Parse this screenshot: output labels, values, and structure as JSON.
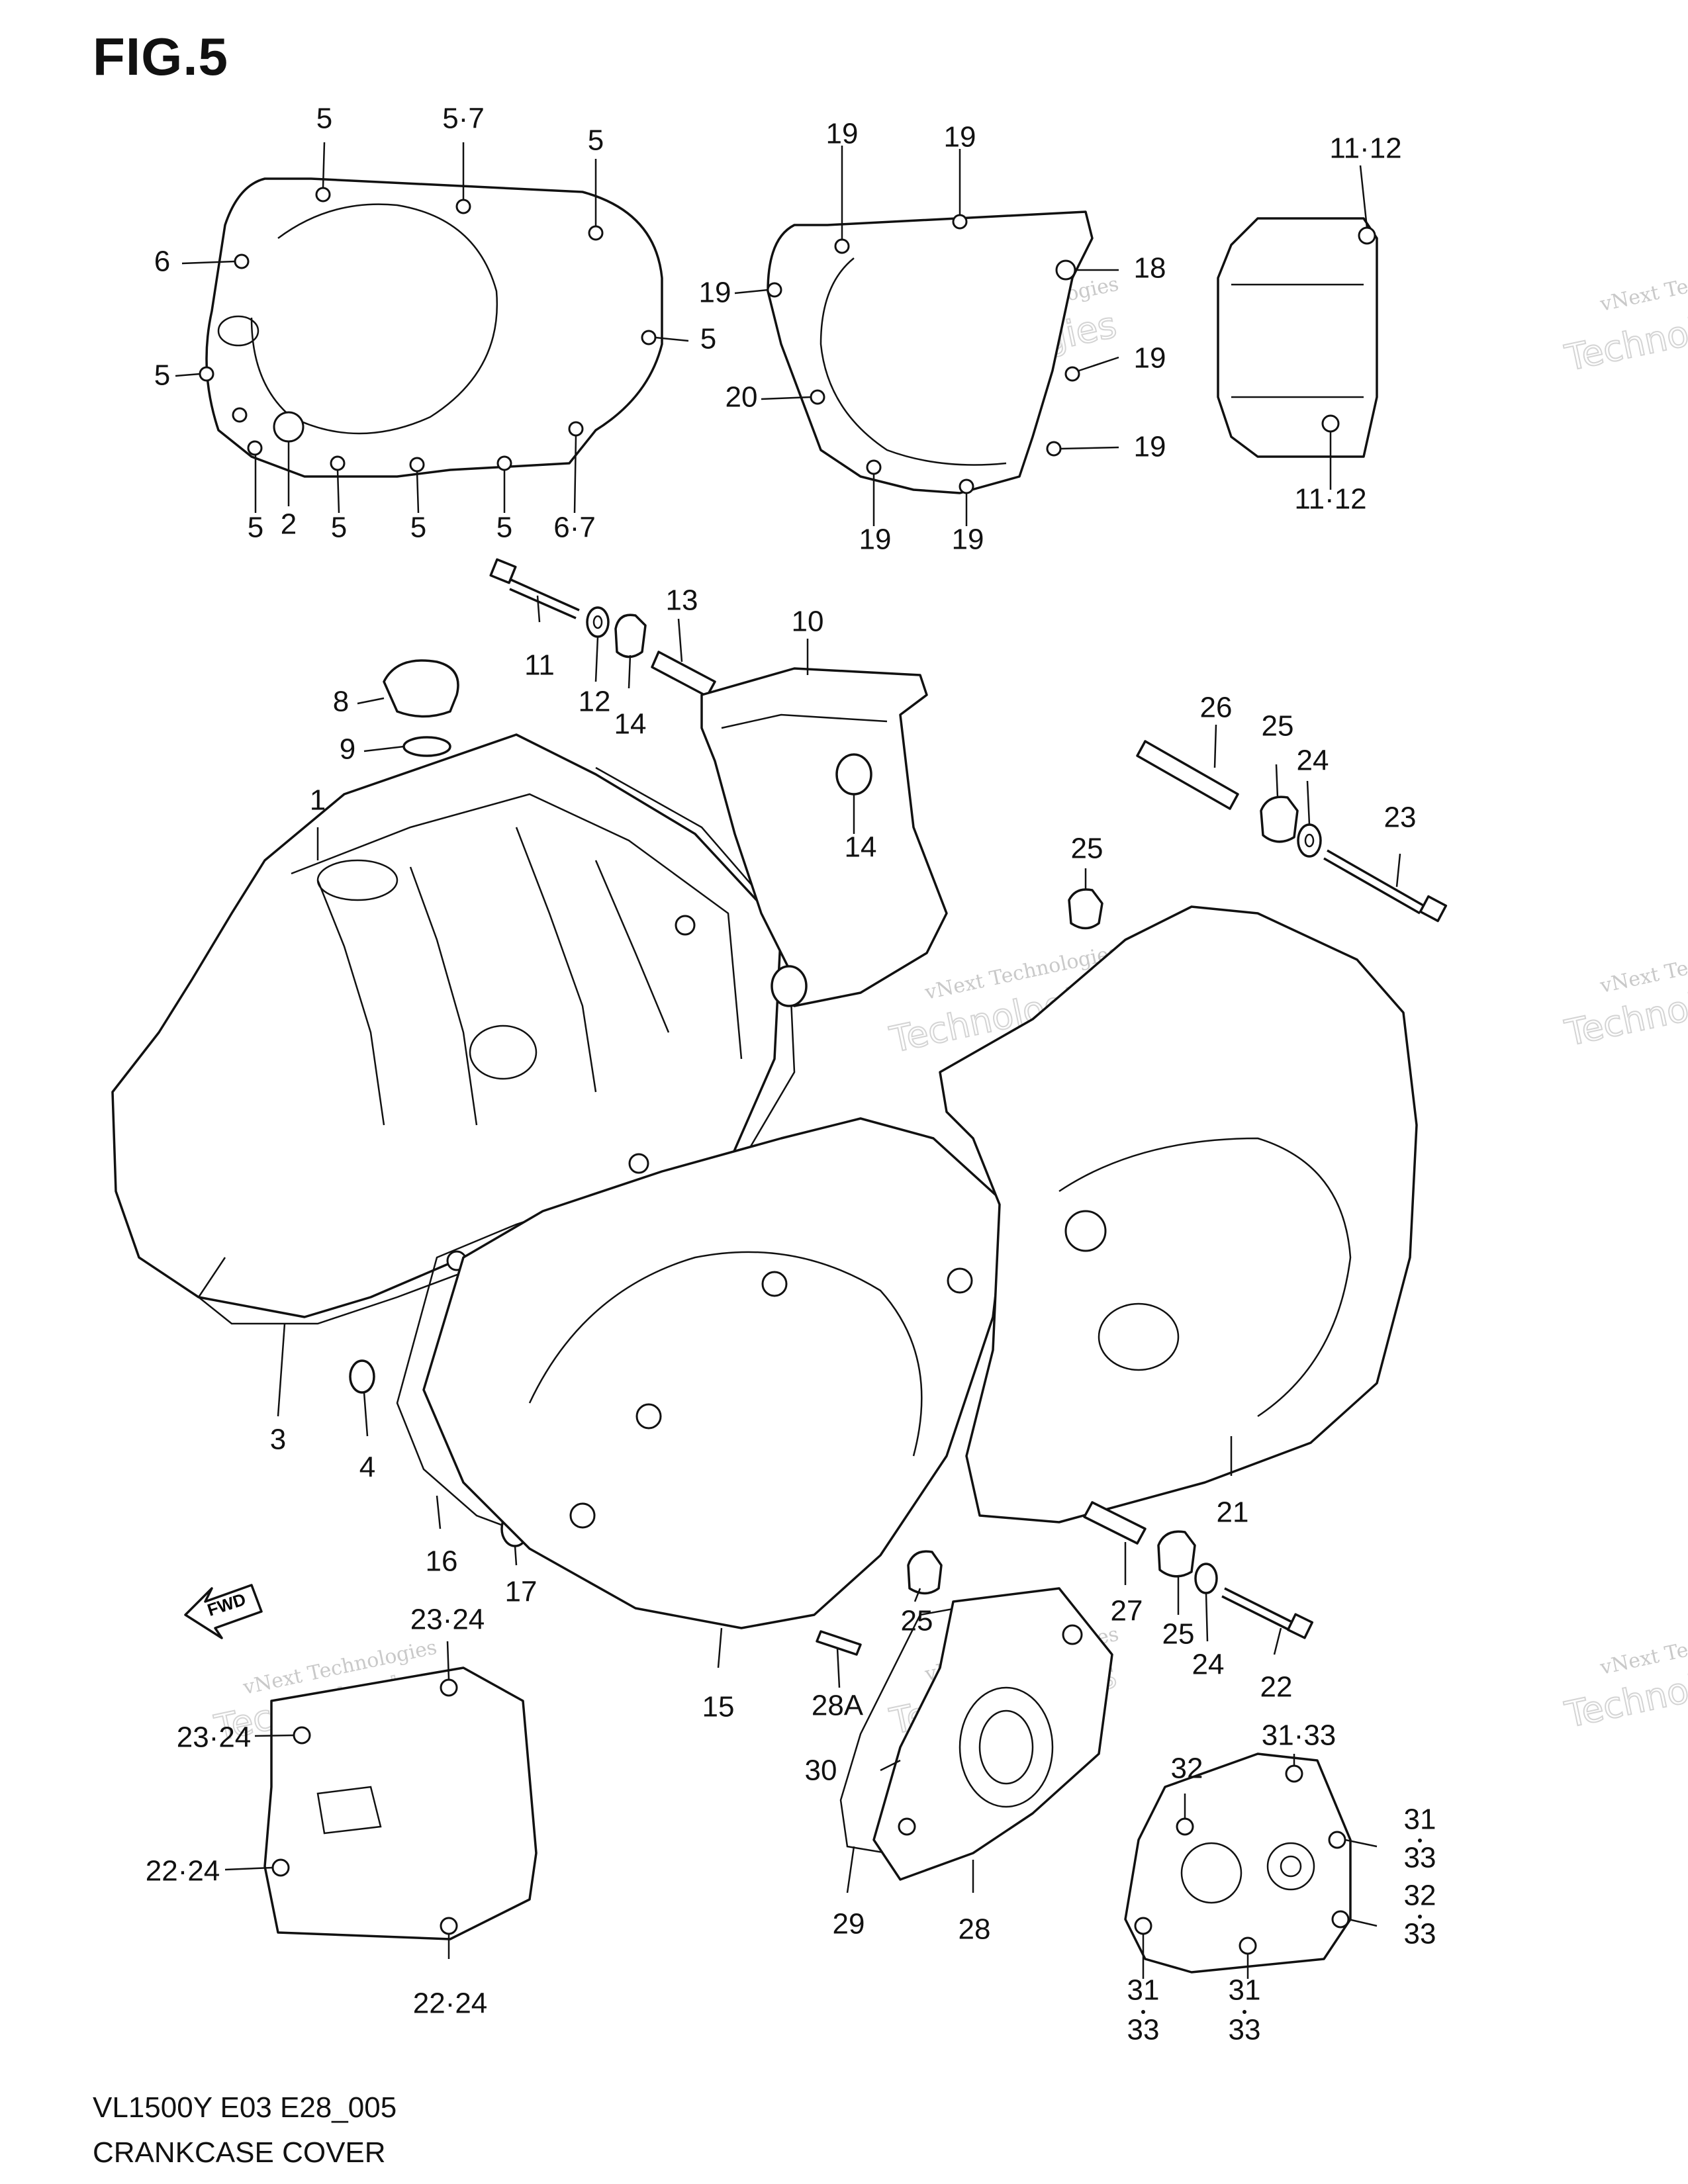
{
  "figure_title": "FIG.5",
  "footer": {
    "model_code": "VL1500Y E03 E28_005",
    "section_name": "CRANKCASE COVER"
  },
  "watermark": {
    "line1": "vNext Technologies",
    "line2": "vNext",
    "line3": "Technologies"
  },
  "fwd_label": "FWD",
  "labels": {
    "l5a": "5",
    "l57a": "5·7",
    "l5b": "5",
    "l6": "6",
    "l5c": "5",
    "l5d": "5",
    "l5e": "5",
    "l2": "2",
    "l5f": "5",
    "l5g": "5",
    "l5h": "5",
    "l67": "6·7",
    "l19a": "19",
    "l19b": "19",
    "l19c": "19",
    "l18": "18",
    "l19d": "19",
    "l20": "20",
    "l19e": "19",
    "l19f": "19",
    "l19g": "19",
    "l1112a": "11·12",
    "l1112b": "11·12",
    "l13": "13",
    "l10": "10",
    "l11": "11",
    "l12": "12",
    "l14a": "14",
    "l14b": "14",
    "l8": "8",
    "l9": "9",
    "l1": "1",
    "l3": "3",
    "l4": "4",
    "l16": "16",
    "l17": "17",
    "l15": "15",
    "l26": "26",
    "l25a": "25",
    "l24a": "24",
    "l23": "23",
    "l25b": "25",
    "l21": "21",
    "l25c": "25",
    "l27": "27",
    "l25d": "25",
    "l24b": "24",
    "l22": "22",
    "l2324a": "23·24",
    "l2324b": "23·24",
    "l2224a": "22·24",
    "l2224b": "22·24",
    "l28A": "28A",
    "l30": "30",
    "l29": "29",
    "l28": "28",
    "l3133a": "31·33",
    "l32a": "32",
    "l31b": "31",
    "l33b": "33",
    "l32c": "32",
    "l33c": "33",
    "l31d": "31",
    "l33d": "33",
    "l31e": "31",
    "l33e": "33"
  }
}
